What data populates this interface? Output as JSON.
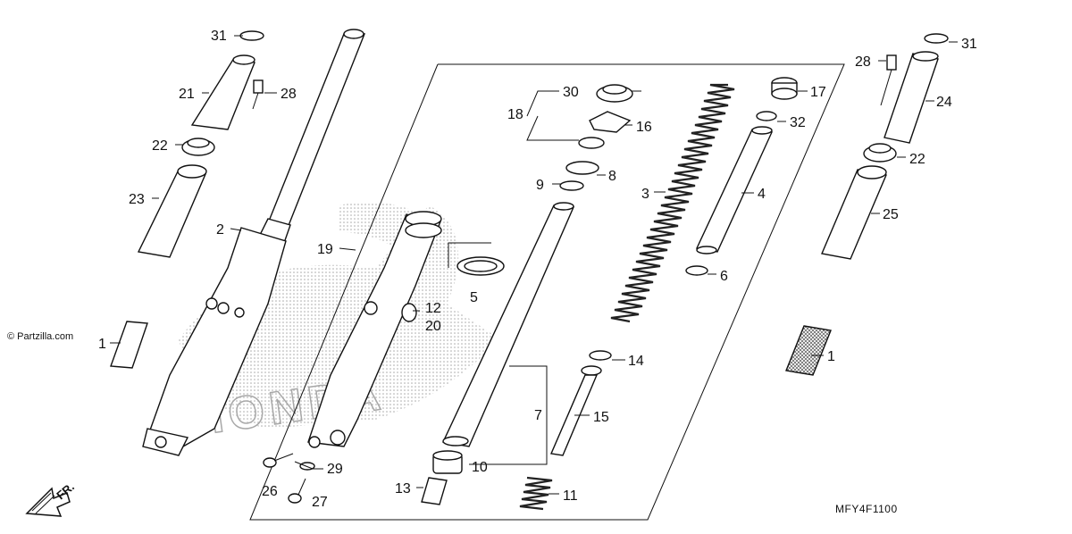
{
  "watermark": "© Partzilla.com",
  "diagram_code": "MFY4F1100",
  "front_indicator": "FR.",
  "brand_background": "HONDA",
  "callouts": {
    "p31_left": "31",
    "p21": "21",
    "p28_left": "28",
    "p22_left": "22",
    "p23": "23",
    "p2": "2",
    "p1_left": "1",
    "p19": "19",
    "p12": "12",
    "p20": "20",
    "p26": "26",
    "p27": "27",
    "p29": "29",
    "p13": "13",
    "p10": "10",
    "p7": "7",
    "p5": "5",
    "p18": "18",
    "p30": "30",
    "p16": "16",
    "p8": "8",
    "p9": "9",
    "p3": "3",
    "p17": "17",
    "p32": "32",
    "p4": "4",
    "p6": "6",
    "p14": "14",
    "p15": "15",
    "p11": "11",
    "p28_right": "28",
    "p31_right": "31",
    "p24": "24",
    "p22_right": "22",
    "p25": "25",
    "p1_right": "1"
  }
}
